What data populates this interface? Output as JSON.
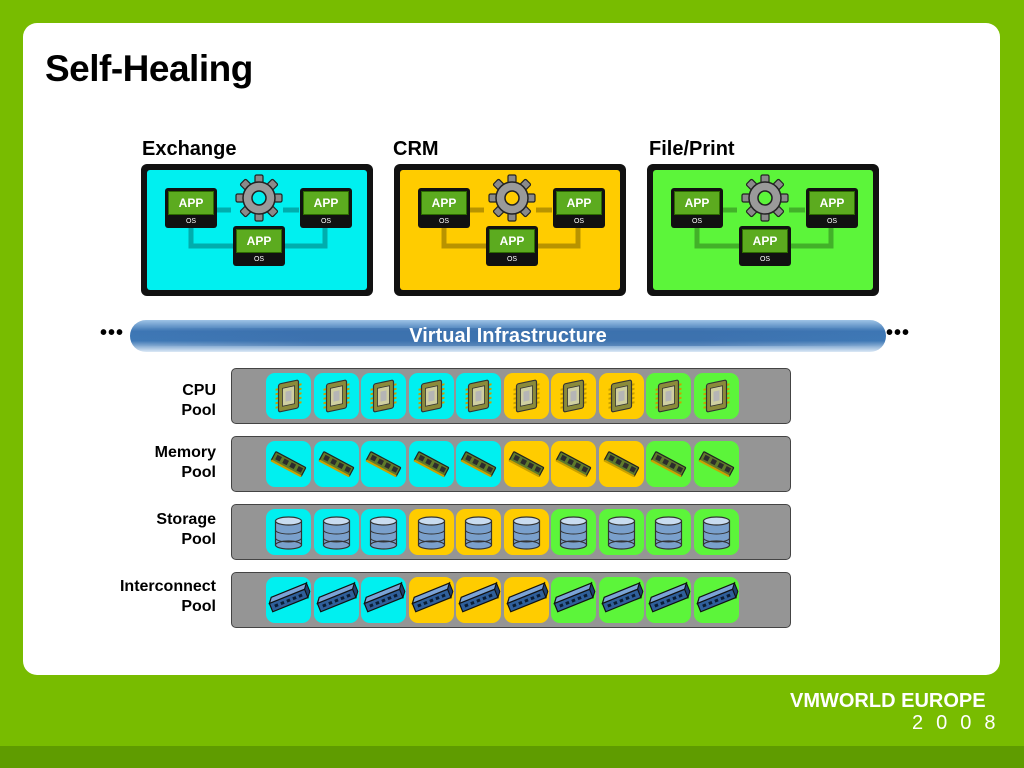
{
  "title": "Self-Healing",
  "groups": [
    {
      "label": "Exchange",
      "color": "#00f0f0",
      "apps": [
        "APP",
        "APP",
        "APP"
      ],
      "os": [
        "OS",
        "OS",
        "OS"
      ]
    },
    {
      "label": "CRM",
      "color": "#ffcc00",
      "apps": [
        "APP",
        "APP",
        "APP"
      ],
      "os": [
        "OS",
        "OS",
        "OS"
      ]
    },
    {
      "label": "File/Print",
      "color": "#5cf53a",
      "apps": [
        "APP",
        "APP",
        "APP"
      ],
      "os": [
        "OS",
        "OS",
        "OS"
      ]
    }
  ],
  "gear_icon": "gear-icon",
  "infrastructure": {
    "label": "Virtual Infrastructure",
    "left_dots": "•••",
    "right_dots": "•••"
  },
  "pools": [
    {
      "label_line1": "CPU",
      "label_line2": "Pool",
      "icon": "cpu-chip-icon"
    },
    {
      "label_line1": "Memory",
      "label_line2": "Pool",
      "icon": "memory-module-icon"
    },
    {
      "label_line1": "Storage",
      "label_line2": "Pool",
      "icon": "storage-disk-icon"
    },
    {
      "label_line1": "Interconnect",
      "label_line2": "Pool",
      "icon": "network-switch-icon"
    }
  ],
  "pool_colors": {
    "cyan": "#00f0f0",
    "yellow": "#ffcc00",
    "green": "#5cf53a"
  },
  "pool_assignments": [
    [
      "cyan",
      "cyan",
      "cyan",
      "cyan",
      "cyan",
      "yellow",
      "yellow",
      "yellow",
      "green",
      "green"
    ],
    [
      "cyan",
      "cyan",
      "cyan",
      "cyan",
      "cyan",
      "yellow",
      "yellow",
      "yellow",
      "green",
      "green"
    ],
    [
      "cyan",
      "cyan",
      "cyan",
      "yellow",
      "yellow",
      "yellow",
      "green",
      "green",
      "green",
      "green"
    ],
    [
      "cyan",
      "cyan",
      "cyan",
      "yellow",
      "yellow",
      "yellow",
      "green",
      "green",
      "green",
      "green"
    ]
  ],
  "branding": {
    "brand": "VMWORLD",
    "region": "EUROPE",
    "year": "2008"
  }
}
